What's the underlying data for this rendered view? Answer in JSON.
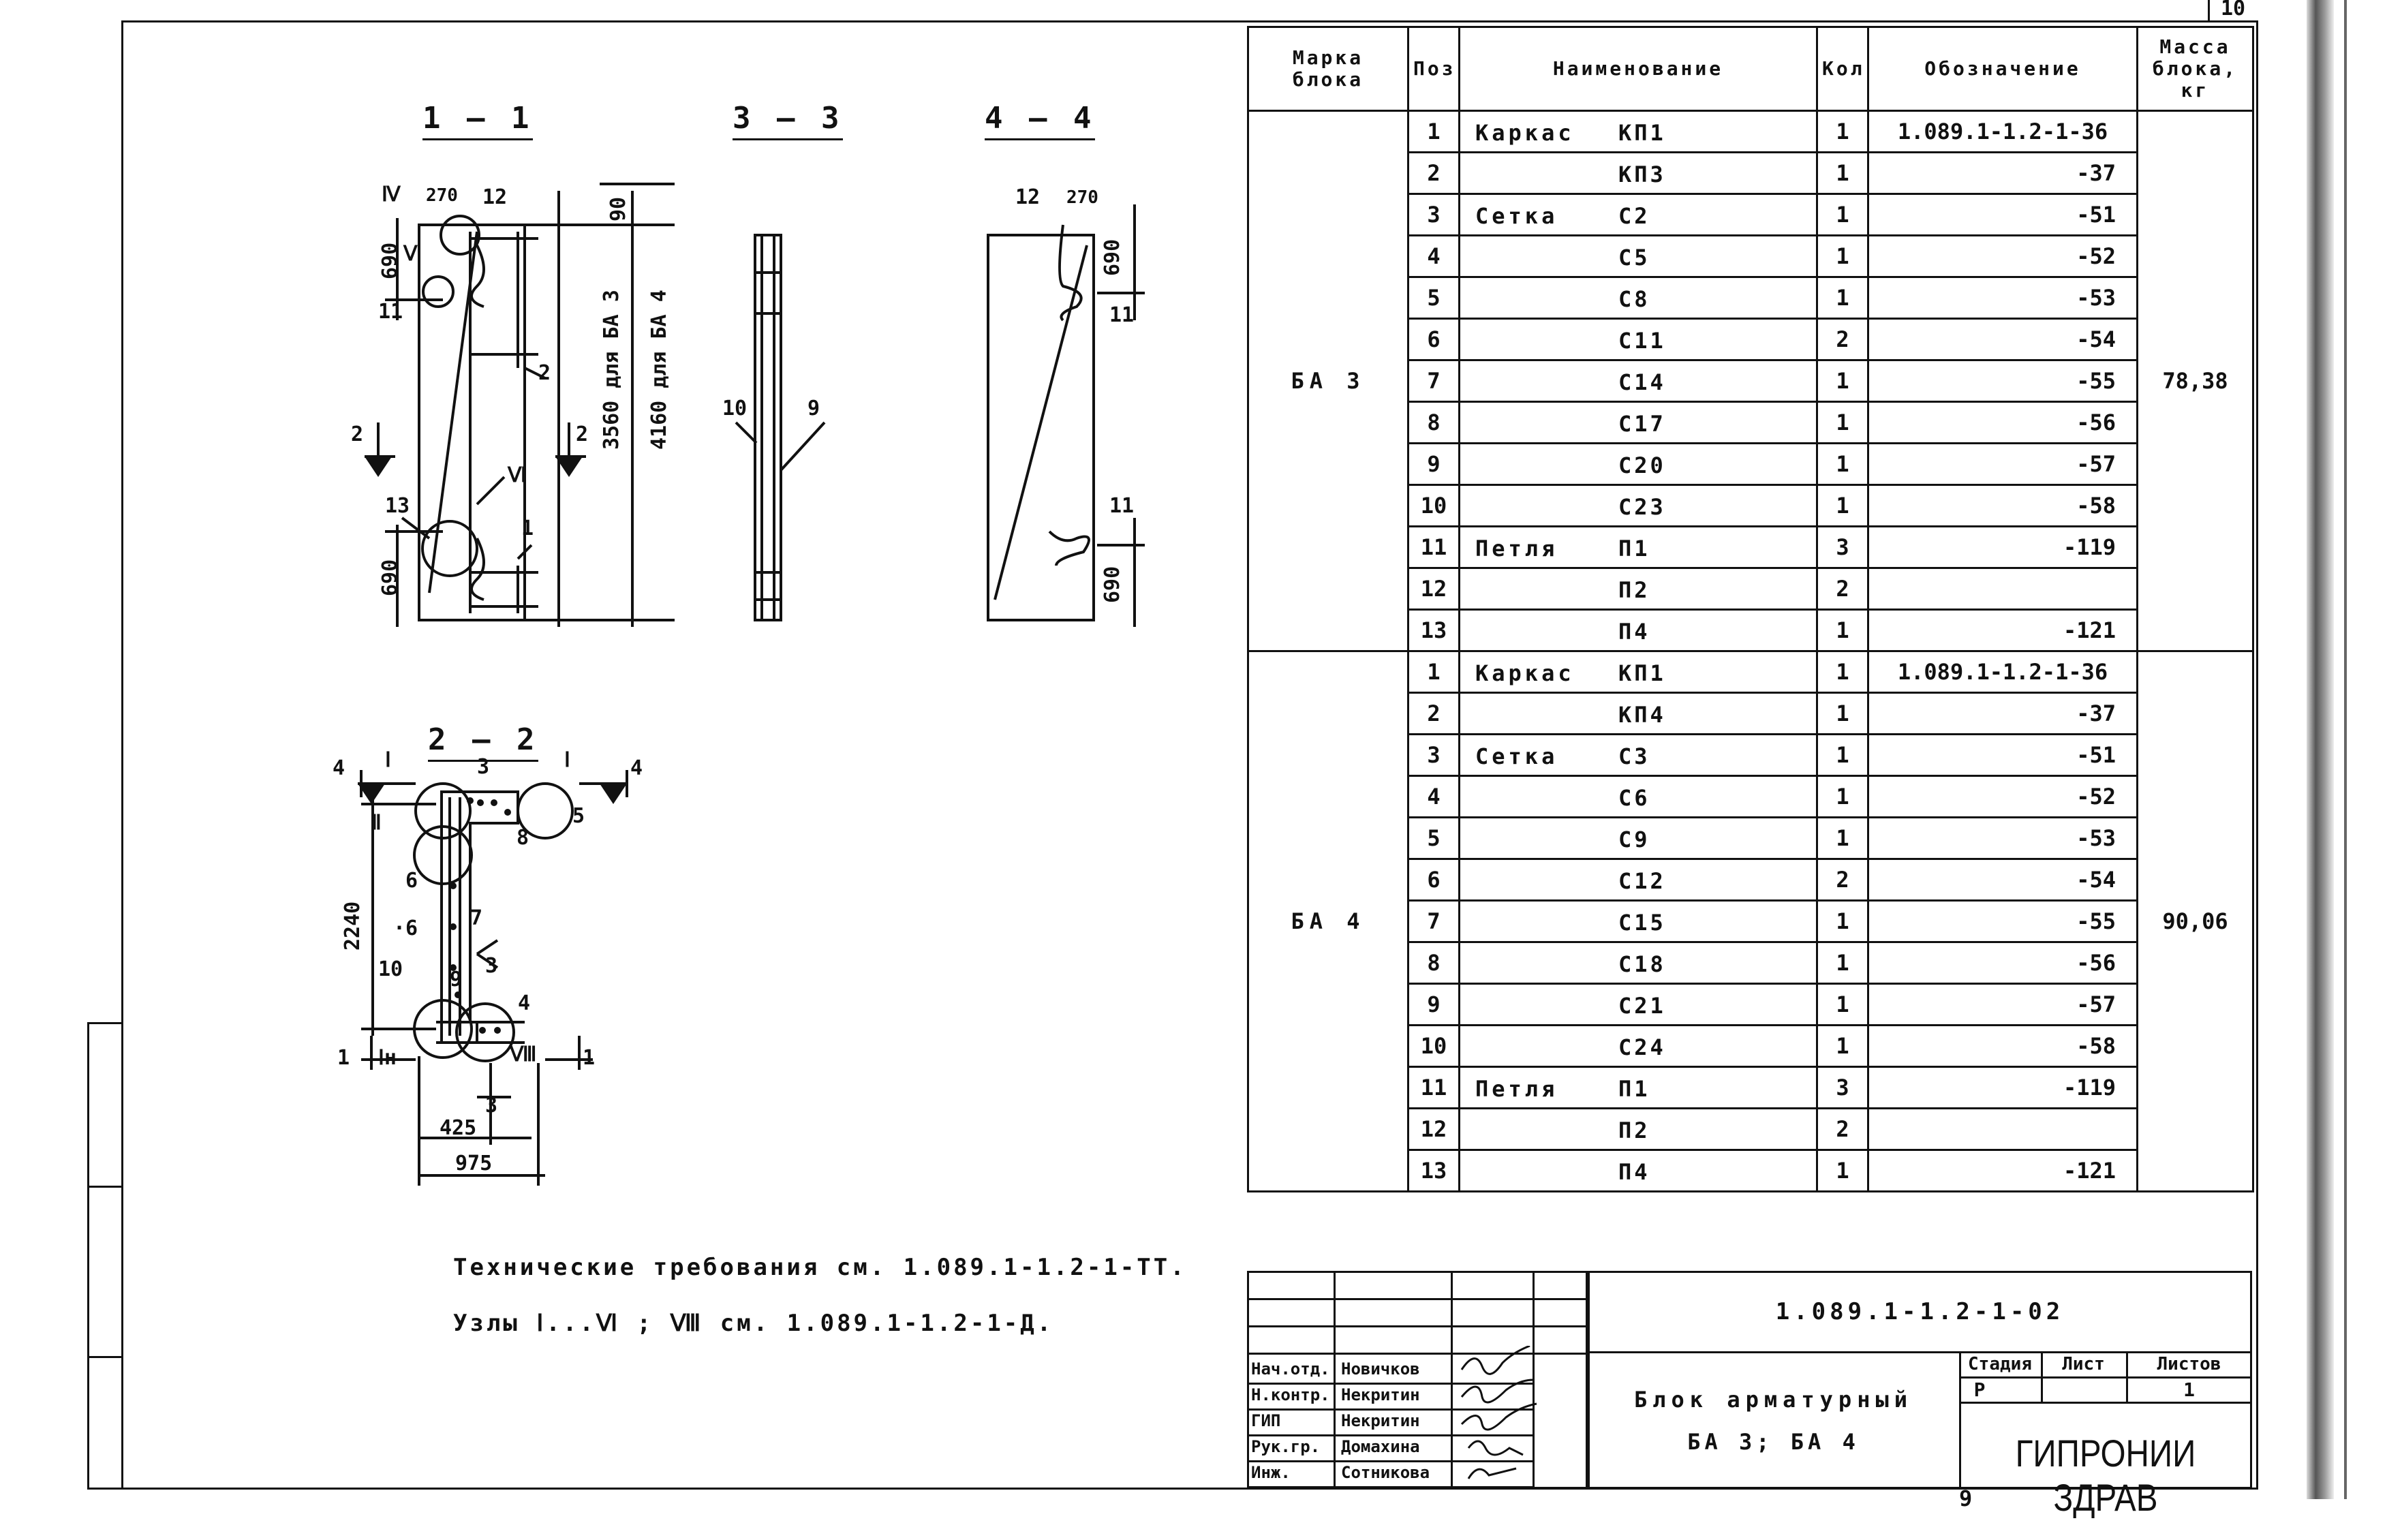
{
  "sheet": {
    "sheet_number": "10",
    "page_number": "9"
  },
  "sections": {
    "s11": "1 — 1",
    "s33": "3 — 3",
    "s44": "4 — 4",
    "s22": "2 — 2"
  },
  "labels": {
    "d270": "270",
    "d12": "12",
    "d90": "90",
    "d690a": "690",
    "d690b": "690",
    "d690c": "690",
    "d690d": "690",
    "h3560": "3560 для БА 3",
    "h4160": "4160 для БА 4",
    "p2": "2",
    "p1": "1",
    "p13": "13",
    "p11a": "11",
    "p11b": "11",
    "p11c": "11",
    "p10": "10",
    "p9": "9",
    "p12": "12",
    "p270": "270",
    "nIV": "Ⅳ",
    "nV": "Ⅴ",
    "nVI": "Ⅵ",
    "nI": "Ⅰ",
    "nI2": "Ⅰ",
    "nII": "Ⅱ",
    "nIn": "Ⅰн",
    "nVIII": "Ⅷ",
    "cut2L": "2",
    "cut2R": "2",
    "cut4L": "4",
    "cut4R": "4",
    "cut1L": "1",
    "cut1R": "1",
    "q3": "3",
    "q5": "5",
    "q8": "8",
    "q6": "6",
    "q7": "7",
    "q6b": "·6",
    "q9": "9",
    "q3b": "3",
    "q4": "4",
    "q10": "10",
    "q3c": "3",
    "d2240": "2240",
    "d425": "425",
    "d975": "975"
  },
  "notes": {
    "tech": "Технические требования см. 1.089.1-1.2-1-ТТ.",
    "nodes": "Узлы Ⅰ...Ⅵ ; Ⅷ см. 1.089.1-1.2-1-Д."
  },
  "table": {
    "headers": [
      "Марка блока",
      "Поз.",
      "Наименование",
      "Кол.",
      "Обозначение",
      "Масса блока, кг"
    ],
    "groups": [
      {
        "mark": "БА 3",
        "mass": "78,38",
        "rows": [
          [
            "1",
            "Каркас",
            "КП1",
            "1",
            "1.089.1-1.2-1-36"
          ],
          [
            "2",
            "",
            "КП3",
            "1",
            "-37"
          ],
          [
            "3",
            "Сетка",
            "С2",
            "1",
            "-51"
          ],
          [
            "4",
            "",
            "С5",
            "1",
            "-52"
          ],
          [
            "5",
            "",
            "С8",
            "1",
            "-53"
          ],
          [
            "6",
            "",
            "С11",
            "2",
            "-54"
          ],
          [
            "7",
            "",
            "С14",
            "1",
            "-55"
          ],
          [
            "8",
            "",
            "С17",
            "1",
            "-56"
          ],
          [
            "9",
            "",
            "С20",
            "1",
            "-57"
          ],
          [
            "10",
            "",
            "С23",
            "1",
            "-58"
          ],
          [
            "11",
            "Петля",
            "П1",
            "3",
            "-119"
          ],
          [
            "12",
            "",
            "П2",
            "2",
            ""
          ],
          [
            "13",
            "",
            "П4",
            "1",
            "-121"
          ]
        ]
      },
      {
        "mark": "БА 4",
        "mass": "90,06",
        "rows": [
          [
            "1",
            "Каркас",
            "КП1",
            "1",
            "1.089.1-1.2-1-36"
          ],
          [
            "2",
            "",
            "КП4",
            "1",
            "-37"
          ],
          [
            "3",
            "Сетка",
            "С3",
            "1",
            "-51"
          ],
          [
            "4",
            "",
            "С6",
            "1",
            "-52"
          ],
          [
            "5",
            "",
            "С9",
            "1",
            "-53"
          ],
          [
            "6",
            "",
            "С12",
            "2",
            "-54"
          ],
          [
            "7",
            "",
            "С15",
            "1",
            "-55"
          ],
          [
            "8",
            "",
            "С18",
            "1",
            "-56"
          ],
          [
            "9",
            "",
            "С21",
            "1",
            "-57"
          ],
          [
            "10",
            "",
            "С24",
            "1",
            "-58"
          ],
          [
            "11",
            "Петля",
            "П1",
            "3",
            "-119"
          ],
          [
            "12",
            "",
            "П2",
            "2",
            ""
          ],
          [
            "13",
            "",
            "П4",
            "1",
            "-121"
          ]
        ]
      }
    ]
  },
  "title_block": {
    "doc_code": "1.089.1-1.2-1-02",
    "title_line1": "Блок арматурный",
    "title_line2": "БА 3; БА 4",
    "stage_header": "Стадия",
    "sheet_header": "Лист",
    "sheets_header": "Листов",
    "stage": "Р",
    "sheet": "",
    "sheets": "1",
    "org": "ГИПРОНИИ ЗДРАВ",
    "roles": [
      [
        "Нач.отд.",
        "Новичков"
      ],
      [
        "Н.контр.",
        "Некритин"
      ],
      [
        "ГИП",
        "Некритин"
      ],
      [
        "Рук.гр.",
        "Домахина"
      ],
      [
        "Инж.",
        "Сотникова"
      ]
    ]
  }
}
